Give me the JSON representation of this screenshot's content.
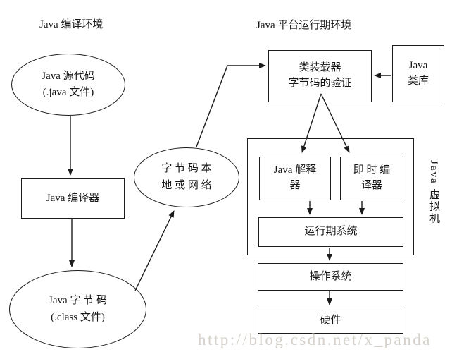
{
  "titles": {
    "left": "Java 编译环境",
    "right": "Java 平台运行期环境"
  },
  "nodes": {
    "source_ellipse": {
      "line1": "Java 源代码",
      "line2": "(.java 文件)"
    },
    "compiler_box": {
      "label": "Java 编译器"
    },
    "bytecode_ellipse": {
      "line1": "Java 字 节 码",
      "line2": "(.class 文件)"
    },
    "network_ellipse": {
      "line1": "字 节 码 本",
      "line2": "地 或 网 络"
    },
    "class_loader_box": {
      "line1": "类装载器",
      "line2": "字节码的验证"
    },
    "class_library_box": {
      "line1": "Java",
      "line2": "类库"
    },
    "interpreter_box": {
      "line1": "Java 解释",
      "line2": "器"
    },
    "jit_compiler_box": {
      "line1": "即 时 编",
      "line2": "译器"
    },
    "runtime_system_box": {
      "label": "运行期系统"
    },
    "os_box": {
      "label": "操作系统"
    },
    "hardware_box": {
      "label": "硬件"
    },
    "jvm_label": "Java 虚拟机"
  },
  "watermark": "http://blog.csdn.net/x_panda",
  "colors": {
    "background": "#ffffff",
    "line": "#1c1c1c",
    "watermark_text": "#d6d2cb"
  }
}
